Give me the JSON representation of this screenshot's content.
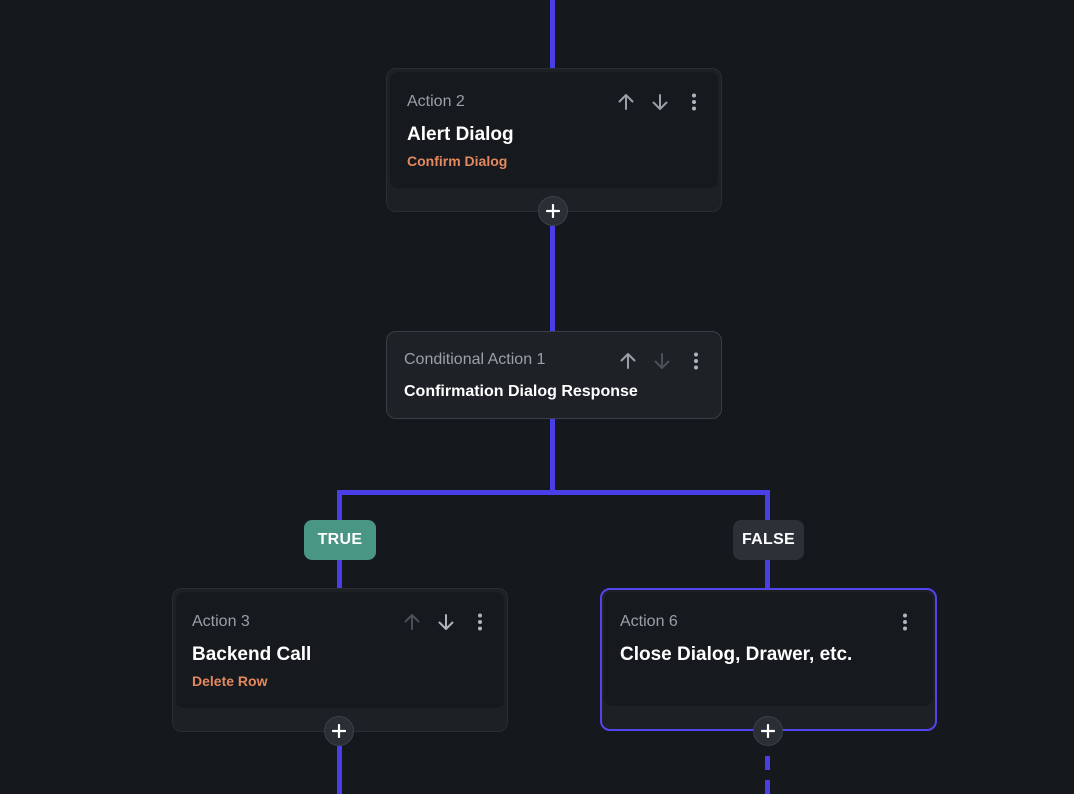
{
  "canvas": {
    "accent_color": "#4a3ee8",
    "background": "#15181c"
  },
  "nodes": {
    "action2": {
      "kicker": "Action 2",
      "title": "Alert Dialog",
      "subtitle": "Confirm Dialog",
      "icons": [
        "arrow-up-icon",
        "arrow-down-icon",
        "more-vertical-icon"
      ]
    },
    "conditional1": {
      "kicker": "Conditional Action 1",
      "title": "Confirmation Dialog Response",
      "icons": [
        "arrow-up-icon",
        "arrow-down-icon",
        "more-vertical-icon"
      ]
    },
    "action3": {
      "kicker": "Action 3",
      "title": "Backend Call",
      "subtitle": "Delete Row",
      "icons": [
        "arrow-up-icon",
        "arrow-down-icon",
        "more-vertical-icon"
      ]
    },
    "action6": {
      "kicker": "Action 6",
      "title": "Close Dialog, Drawer, etc.",
      "selected": true,
      "icons": [
        "more-vertical-icon"
      ]
    }
  },
  "branches": {
    "true_label": "TRUE",
    "false_label": "FALSE",
    "true_color": "#4a9685",
    "false_color": "#2c3138"
  },
  "subtitle_color": "#e4895f"
}
